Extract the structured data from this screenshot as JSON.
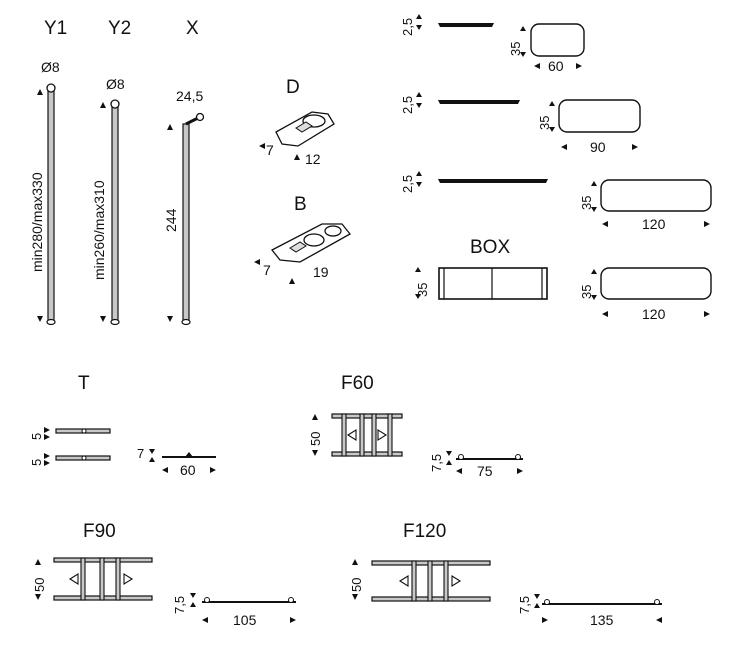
{
  "colors": {
    "line": "#111111",
    "fill": "#ffffff",
    "tube": "#c8c8c8"
  },
  "poles": {
    "y1": {
      "label": "Y1",
      "diameter": "Ø8",
      "range": "min280/max330"
    },
    "y2": {
      "label": "Y2",
      "diameter": "Ø8",
      "range": "min260/max310"
    },
    "x": {
      "label": "X",
      "top": "24,5",
      "length": "244"
    }
  },
  "brackets": {
    "d": {
      "label": "D",
      "w": "7",
      "l": "12"
    },
    "b": {
      "label": "B",
      "w": "7",
      "l": "19"
    }
  },
  "shelves": [
    {
      "thickness": "2,5",
      "height": "35",
      "width": "60"
    },
    {
      "thickness": "2,5",
      "height": "35",
      "width": "90"
    },
    {
      "thickness": "2,5",
      "height": "35",
      "width": "120"
    }
  ],
  "box": {
    "label": "BOX",
    "height": "35",
    "top_height": "35",
    "width": "120"
  },
  "t": {
    "label": "T",
    "h1": "5",
    "h2": "5",
    "side_h": "7",
    "width": "60"
  },
  "frames": {
    "f60": {
      "label": "F60",
      "height": "50",
      "side_h": "7,5",
      "width": "75"
    },
    "f90": {
      "label": "F90",
      "height": "50",
      "side_h": "7,5",
      "width": "105"
    },
    "f120": {
      "label": "F120",
      "height": "50",
      "side_h": "7,5",
      "width": "135"
    }
  }
}
